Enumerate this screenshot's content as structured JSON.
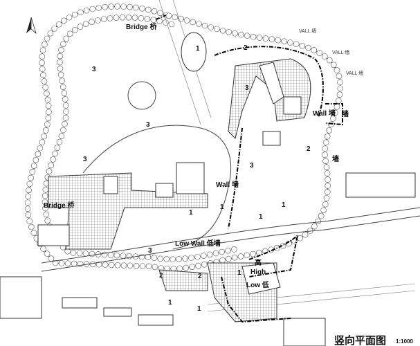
{
  "drawing": {
    "title": "竖向平面图",
    "scale": "1:1000",
    "north_arrow": "north-arrow-icon"
  },
  "labels": {
    "bridge_top": "Bridge 桥",
    "bridge_left": "Bridge 桥",
    "wall_right": "Wall 墙",
    "wall_mid": "Wall 墙",
    "low_wall": "Low Wall 低墙",
    "high_cn": "高",
    "high": "High",
    "low": "Low 低",
    "vall_1": "VALL 墙",
    "vall_2": "VALL 墙",
    "vall_3": "VALL 墙",
    "wall_cn_1": "墙",
    "wall_cn_2": "墙"
  },
  "markers": [
    "1",
    "2",
    "3"
  ]
}
